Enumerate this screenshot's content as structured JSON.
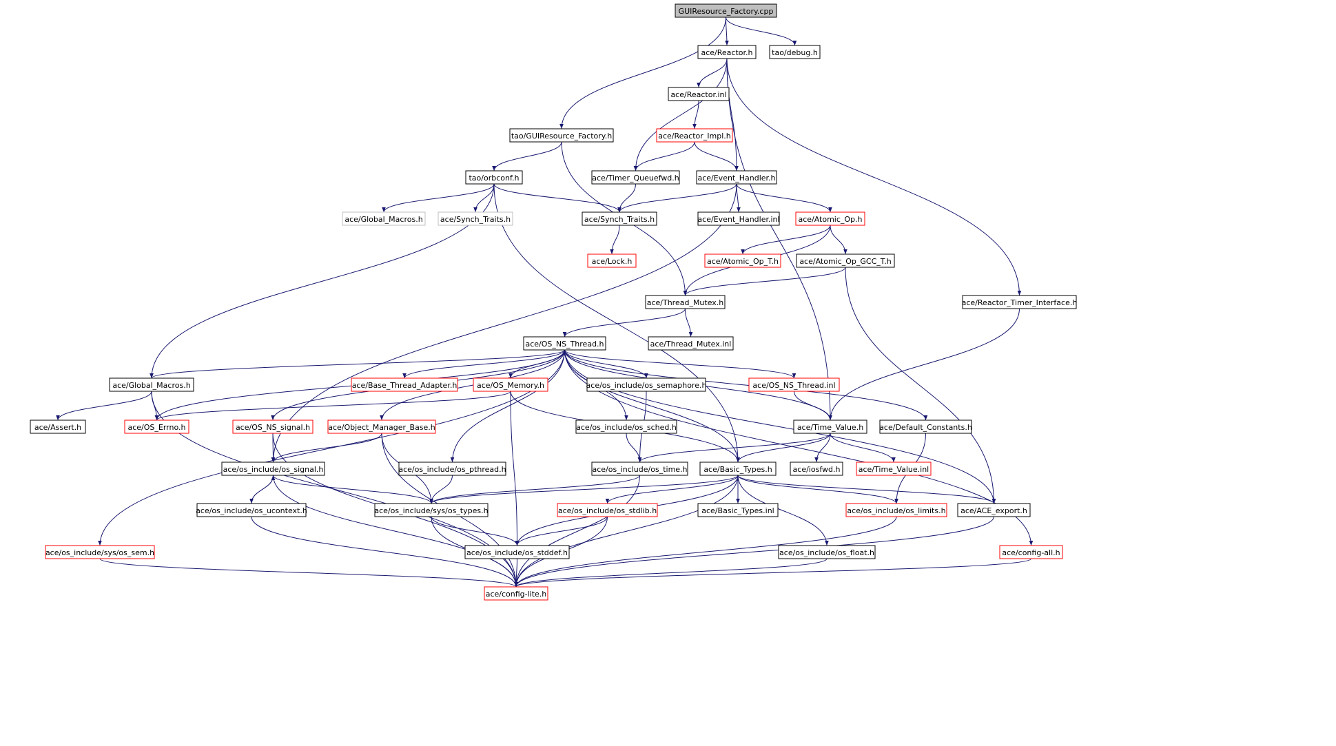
{
  "diagram": {
    "title": "",
    "colors": {
      "edge": "#191970",
      "node_black": "#000000",
      "node_red": "#ff0000",
      "node_gray": "#bfbfbf",
      "node_root_fill": "#bfbfbf"
    },
    "nodes": [
      {
        "id": "n0",
        "label": "GUIResource_Factory.cpp",
        "style": "root"
      },
      {
        "id": "n1",
        "label": "ace/Reactor.h",
        "style": "black"
      },
      {
        "id": "n2",
        "label": "tao/debug.h",
        "style": "black"
      },
      {
        "id": "n3",
        "label": "ace/Reactor.inl",
        "style": "black"
      },
      {
        "id": "n4",
        "label": "tao/GUIResource_Factory.h",
        "style": "black"
      },
      {
        "id": "n5",
        "label": "ace/Reactor_Impl.h",
        "style": "red"
      },
      {
        "id": "n6",
        "label": "tao/orbconf.h",
        "style": "black"
      },
      {
        "id": "n7",
        "label": "ace/Timer_Queuefwd.h",
        "style": "black"
      },
      {
        "id": "n8",
        "label": "ace/Event_Handler.h",
        "style": "black"
      },
      {
        "id": "n9",
        "label": "ace/Global_Macros.h",
        "style": "gray"
      },
      {
        "id": "n10",
        "label": "ace/Synch_Traits.h",
        "style": "gray"
      },
      {
        "id": "n11",
        "label": "ace/Synch_Traits.h",
        "style": "black"
      },
      {
        "id": "n12",
        "label": "ace/Event_Handler.inl",
        "style": "black"
      },
      {
        "id": "n13",
        "label": "ace/Atomic_Op.h",
        "style": "red"
      },
      {
        "id": "n14",
        "label": "ace/Lock.h",
        "style": "red"
      },
      {
        "id": "n15",
        "label": "ace/Atomic_Op_T.h",
        "style": "red"
      },
      {
        "id": "n16",
        "label": "ace/Atomic_Op_GCC_T.h",
        "style": "black"
      },
      {
        "id": "n17",
        "label": "ace/Thread_Mutex.h",
        "style": "black"
      },
      {
        "id": "n18",
        "label": "ace/Reactor_Timer_Interface.h",
        "style": "black"
      },
      {
        "id": "n19",
        "label": "ace/OS_NS_Thread.h",
        "style": "black"
      },
      {
        "id": "n20",
        "label": "ace/Thread_Mutex.inl",
        "style": "black"
      },
      {
        "id": "n21",
        "label": "ace/Global_Macros.h",
        "style": "black"
      },
      {
        "id": "n22",
        "label": "ace/Base_Thread_Adapter.h",
        "style": "red"
      },
      {
        "id": "n23",
        "label": "ace/OS_Memory.h",
        "style": "red"
      },
      {
        "id": "n24",
        "label": "ace/os_include/os_semaphore.h",
        "style": "black"
      },
      {
        "id": "n25",
        "label": "ace/OS_NS_Thread.inl",
        "style": "red"
      },
      {
        "id": "n26",
        "label": "ace/Assert.h",
        "style": "black"
      },
      {
        "id": "n27",
        "label": "ace/OS_Errno.h",
        "style": "red"
      },
      {
        "id": "n28",
        "label": "ace/OS_NS_signal.h",
        "style": "red"
      },
      {
        "id": "n29",
        "label": "ace/Object_Manager_Base.h",
        "style": "red"
      },
      {
        "id": "n30",
        "label": "ace/os_include/os_sched.h",
        "style": "black"
      },
      {
        "id": "n31",
        "label": "ace/Time_Value.h",
        "style": "black"
      },
      {
        "id": "n32",
        "label": "ace/Default_Constants.h",
        "style": "black"
      },
      {
        "id": "n33",
        "label": "ace/os_include/os_signal.h",
        "style": "black"
      },
      {
        "id": "n34",
        "label": "ace/os_include/os_pthread.h",
        "style": "black"
      },
      {
        "id": "n35",
        "label": "ace/os_include/os_time.h",
        "style": "black"
      },
      {
        "id": "n36",
        "label": "ace/Basic_Types.h",
        "style": "black"
      },
      {
        "id": "n37",
        "label": "ace/iosfwd.h",
        "style": "black"
      },
      {
        "id": "n38",
        "label": "ace/Time_Value.inl",
        "style": "red"
      },
      {
        "id": "n39",
        "label": "ace/os_include/os_ucontext.h",
        "style": "black"
      },
      {
        "id": "n40",
        "label": "ace/os_include/sys/os_types.h",
        "style": "black"
      },
      {
        "id": "n41",
        "label": "ace/os_include/os_stdlib.h",
        "style": "red"
      },
      {
        "id": "n42",
        "label": "ace/Basic_Types.inl",
        "style": "black"
      },
      {
        "id": "n43",
        "label": "ace/os_include/os_limits.h",
        "style": "red"
      },
      {
        "id": "n44",
        "label": "ace/ACE_export.h",
        "style": "black"
      },
      {
        "id": "n45",
        "label": "ace/os_include/sys/os_sem.h",
        "style": "red"
      },
      {
        "id": "n46",
        "label": "ace/os_include/os_stddef.h",
        "style": "black"
      },
      {
        "id": "n47",
        "label": "ace/os_include/os_float.h",
        "style": "black"
      },
      {
        "id": "n48",
        "label": "ace/config-all.h",
        "style": "red"
      },
      {
        "id": "n49",
        "label": "ace/config-lite.h",
        "style": "red"
      }
    ],
    "edges": [
      [
        "n0",
        "n1"
      ],
      [
        "n0",
        "n2"
      ],
      [
        "n0",
        "n4"
      ],
      [
        "n1",
        "n3"
      ],
      [
        "n1",
        "n7"
      ],
      [
        "n1",
        "n8"
      ],
      [
        "n1",
        "n31"
      ],
      [
        "n1",
        "n18"
      ],
      [
        "n3",
        "n5"
      ],
      [
        "n5",
        "n7"
      ],
      [
        "n5",
        "n8"
      ],
      [
        "n4",
        "n6"
      ],
      [
        "n4",
        "n17"
      ],
      [
        "n6",
        "n9"
      ],
      [
        "n6",
        "n10"
      ],
      [
        "n6",
        "n11"
      ],
      [
        "n6",
        "n21"
      ],
      [
        "n6",
        "n36"
      ],
      [
        "n7",
        "n11"
      ],
      [
        "n8",
        "n11"
      ],
      [
        "n8",
        "n12"
      ],
      [
        "n8",
        "n13"
      ],
      [
        "n8",
        "n33"
      ],
      [
        "n11",
        "n14"
      ],
      [
        "n13",
        "n15"
      ],
      [
        "n13",
        "n16"
      ],
      [
        "n13",
        "n17"
      ],
      [
        "n16",
        "n17"
      ],
      [
        "n16",
        "n44"
      ],
      [
        "n17",
        "n19"
      ],
      [
        "n17",
        "n20"
      ],
      [
        "n18",
        "n31"
      ],
      [
        "n19",
        "n21"
      ],
      [
        "n19",
        "n22"
      ],
      [
        "n19",
        "n23"
      ],
      [
        "n19",
        "n24"
      ],
      [
        "n19",
        "n25"
      ],
      [
        "n19",
        "n32"
      ],
      [
        "n19",
        "n28"
      ],
      [
        "n19",
        "n29"
      ],
      [
        "n19",
        "n30"
      ],
      [
        "n19",
        "n36"
      ],
      [
        "n19",
        "n34"
      ],
      [
        "n19",
        "n45"
      ],
      [
        "n19",
        "n44"
      ],
      [
        "n19",
        "n48"
      ],
      [
        "n19",
        "n27"
      ],
      [
        "n19",
        "n31"
      ],
      [
        "n21",
        "n26"
      ],
      [
        "n21",
        "n27"
      ],
      [
        "n21",
        "n49"
      ],
      [
        "n23",
        "n27"
      ],
      [
        "n23",
        "n46"
      ],
      [
        "n23",
        "n36"
      ],
      [
        "n24",
        "n35"
      ],
      [
        "n25",
        "n31"
      ],
      [
        "n28",
        "n33"
      ],
      [
        "n28",
        "n49"
      ],
      [
        "n29",
        "n33"
      ],
      [
        "n29",
        "n40"
      ],
      [
        "n29",
        "n49"
      ],
      [
        "n30",
        "n35"
      ],
      [
        "n31",
        "n35"
      ],
      [
        "n31",
        "n36"
      ],
      [
        "n31",
        "n37"
      ],
      [
        "n31",
        "n38"
      ],
      [
        "n32",
        "n43"
      ],
      [
        "n33",
        "n39"
      ],
      [
        "n33",
        "n40"
      ],
      [
        "n33",
        "n49"
      ],
      [
        "n34",
        "n40"
      ],
      [
        "n35",
        "n40"
      ],
      [
        "n35",
        "n49"
      ],
      [
        "n36",
        "n40"
      ],
      [
        "n36",
        "n41"
      ],
      [
        "n36",
        "n42"
      ],
      [
        "n36",
        "n43"
      ],
      [
        "n36",
        "n44"
      ],
      [
        "n36",
        "n46"
      ],
      [
        "n36",
        "n47"
      ],
      [
        "n36",
        "n49"
      ],
      [
        "n39",
        "n33"
      ],
      [
        "n39",
        "n49"
      ],
      [
        "n40",
        "n46"
      ],
      [
        "n40",
        "n49"
      ],
      [
        "n41",
        "n46"
      ],
      [
        "n41",
        "n49"
      ],
      [
        "n43",
        "n49"
      ],
      [
        "n44",
        "n49"
      ],
      [
        "n45",
        "n49"
      ],
      [
        "n46",
        "n49"
      ],
      [
        "n47",
        "n49"
      ],
      [
        "n48",
        "n49"
      ]
    ]
  }
}
